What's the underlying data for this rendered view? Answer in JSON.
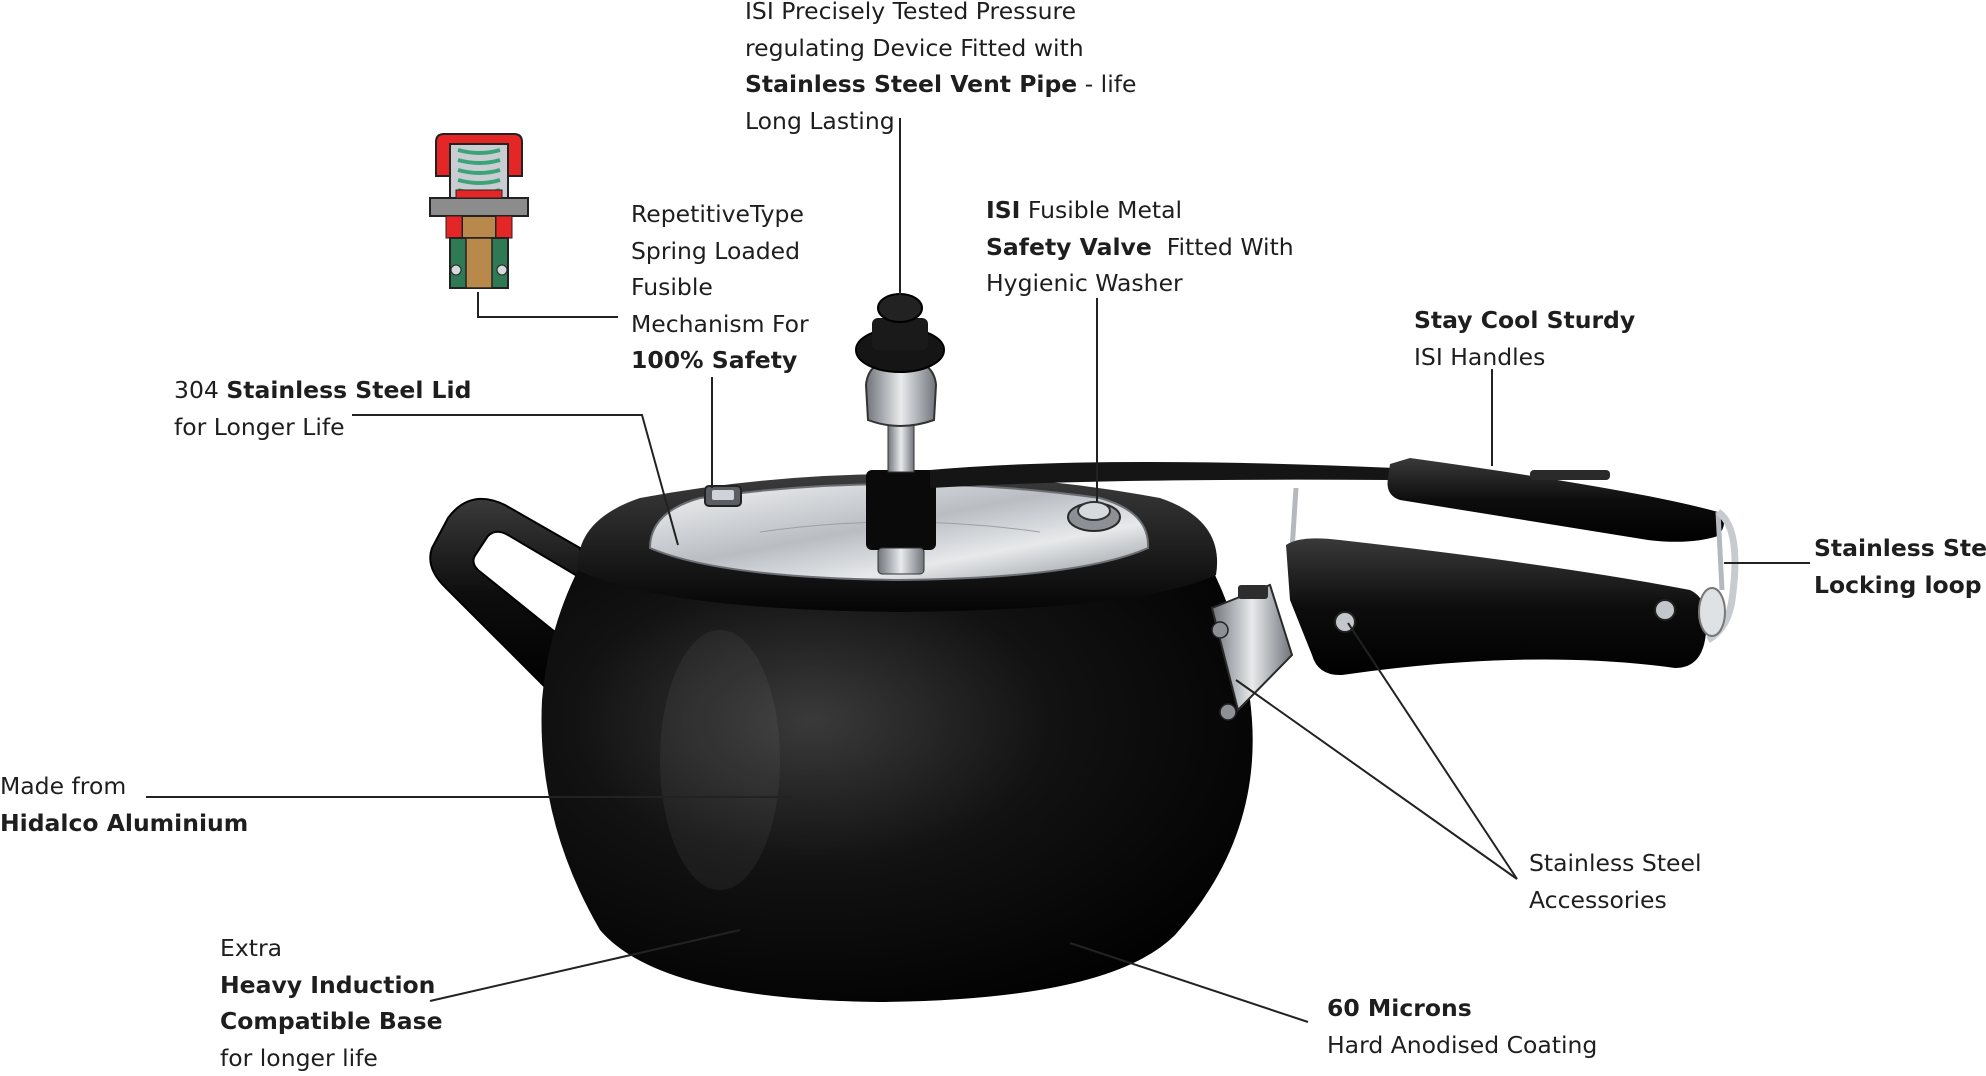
{
  "colors": {
    "text": "#1e1e1e",
    "leader_line": "#222222",
    "body": "#0b0b0b",
    "steel": "#c9cdd2",
    "valve_red": "#e52626",
    "valve_green": "#2f7a55",
    "valve_brass": "#b8894a",
    "valve_grey": "#8c8c8c"
  },
  "icons": [
    "pressure-cooker-image",
    "safety-valve-cutaway-icon"
  ],
  "callouts": {
    "vent_pipe": {
      "line1": "ISI Precisely Tested Pressure",
      "line2": "regulating Device Fitted with",
      "line3_bold": "Stainless Steel Vent Pipe",
      "line3_rest": " - life",
      "line4": "Long Lasting"
    },
    "spring_mechanism": {
      "line1": "RepetitiveType",
      "line2": "Spring Loaded",
      "line3": "Fusible",
      "line4": "Mechanism For",
      "line5_bold": "100% Safety"
    },
    "fusible_valve": {
      "line1_bold": "ISI",
      "line1_rest": " Fusible Metal",
      "line2_bold": "Safety Valve",
      "line2_rest": "  Fitted With",
      "line3": "Hygienic Washer"
    },
    "handles": {
      "line1_bold": "Stay Cool Sturdy",
      "line2": "ISI Handles"
    },
    "lid": {
      "line1_plain": "304 ",
      "line1_bold": "Stainless Steel Lid",
      "line2": "for Longer Life"
    },
    "locking_loop": {
      "line1_bold": "Stainless Steel",
      "line2_bold": "Locking loop"
    },
    "aluminium": {
      "line1": "Made from",
      "line2_bold": "Hidalco Aluminium"
    },
    "accessories": {
      "line1": "Stainless Steel",
      "line2": "Accessories"
    },
    "base": {
      "line1": "Extra",
      "line2_bold": "Heavy Induction",
      "line3_bold": "Compatible Base",
      "line4": "for longer life"
    },
    "coating": {
      "line1_bold": "60 Microns",
      "line2": "Hard Anodised Coating"
    }
  }
}
